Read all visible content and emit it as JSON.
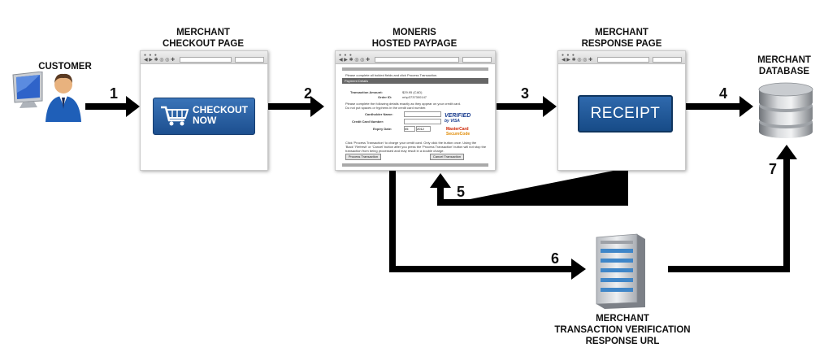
{
  "customer": {
    "label": "CUSTOMER"
  },
  "checkout_page": {
    "label_line1": "MERCHANT",
    "label_line2": "CHECKOUT PAGE",
    "button_line1": "CHECKOUT",
    "button_line2": "NOW"
  },
  "paypage": {
    "label_line1": "MONERIS",
    "label_line2": "HOSTED PAYPAGE",
    "instruction": "Please complete all bolded fields and click Process Transaction.",
    "section_title": "Payment Details",
    "amount_label": "Transaction Amount:",
    "amount_value": "$29.95 (CAD)",
    "order_label": "Order ID:",
    "order_value": "mhp3737300147",
    "card_note_1": "Please complete the following details exactly as they appear on your credit card.",
    "card_note_2": "Do not put spaces or hyphens in the credit card number.",
    "cardholder_label": "Cardholder Name:",
    "card_number_label": "Credit Card Number:",
    "expiry_label": "Expiry Date:",
    "expiry_month": "05",
    "expiry_year": "2012",
    "visa_line1": "VERIFIED",
    "visa_line2": "by VISA",
    "mc_line1": "MasterCard",
    "mc_line2": "SecureCode",
    "footer_1": "Click 'Process Transaction' to charge your credit card. Only click the button once. Using the",
    "footer_2": "'Back' 'Refresh' or 'Cancel' button after you press the 'Process Transaction' button will not stop the",
    "footer_3": "transaction from being processed and may result in a double charge.",
    "process_button": "Process Transaction",
    "cancel_button": "Cancel Transaction"
  },
  "response_page": {
    "label_line1": "MERCHANT",
    "label_line2": "RESPONSE PAGE",
    "button": "RECEIPT"
  },
  "database": {
    "label_line1": "MERCHANT",
    "label_line2": "DATABASE"
  },
  "verification": {
    "label_line1": "MERCHANT",
    "label_line2": "TRANSACTION VERIFICATION",
    "label_line3": "RESPONSE URL"
  },
  "steps": [
    "1",
    "2",
    "3",
    "4",
    "5",
    "6",
    "7"
  ],
  "colors": {
    "arrow": "#000000",
    "button_blue": "#1d4f8f"
  }
}
